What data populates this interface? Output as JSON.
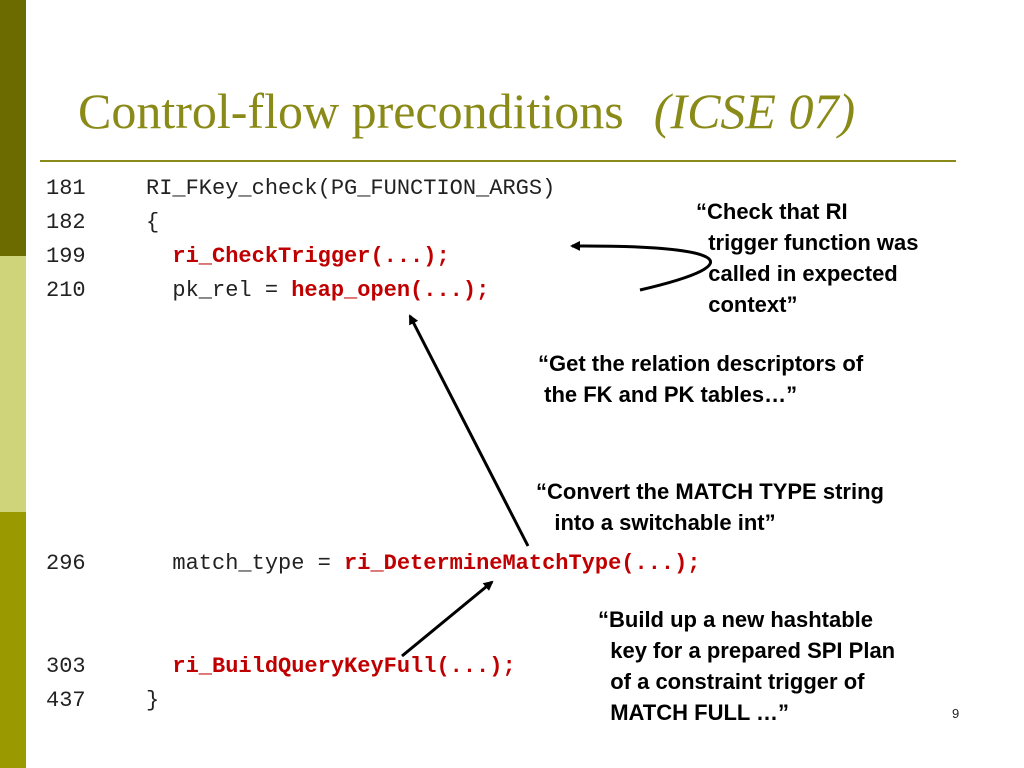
{
  "title": {
    "main": "Control-flow preconditions",
    "sub": "(ICSE 07)"
  },
  "code": [
    {
      "num": "181",
      "indent": "",
      "pre": "RI_FKey_check(PG_FUNCTION_ARGS)",
      "hl": "",
      "post": ""
    },
    {
      "num": "182",
      "indent": "",
      "pre": "{",
      "hl": "",
      "post": ""
    },
    {
      "num": "199",
      "indent": "  ",
      "pre": "",
      "hl": "ri_CheckTrigger(...);",
      "post": ""
    },
    {
      "num": "210",
      "indent": "  ",
      "pre": "pk_rel = ",
      "hl": "heap_open(...);",
      "post": ""
    },
    {
      "num": "296",
      "indent": "  ",
      "pre": "match_type = ",
      "hl": "ri_DetermineMatchType(...);",
      "post": ""
    },
    {
      "num": "303",
      "indent": "  ",
      "pre": "",
      "hl": "ri_BuildQueryKeyFull(...);",
      "post": ""
    },
    {
      "num": "437",
      "indent": "",
      "pre": "}",
      "hl": "",
      "post": ""
    }
  ],
  "notes": [
    {
      "lines": [
        "“Check that RI",
        "  trigger function was",
        "  called in expected",
        "  context”"
      ]
    },
    {
      "lines": [
        "“Get the relation descriptors of",
        " the FK and PK tables…”"
      ]
    },
    {
      "lines": [
        "“Convert the MATCH TYPE string",
        "   into a switchable int”"
      ]
    },
    {
      "lines": [
        "“Build up a new hashtable",
        "  key for a prepared SPI Plan",
        "  of a constraint trigger of",
        "  MATCH FULL …”"
      ]
    }
  ],
  "page_number": "9",
  "colors": {
    "title": "#8a8a18",
    "highlight": "#c00000",
    "sidebar_top": "#6b6b00",
    "sidebar_mid": "#cfd47a",
    "sidebar_bottom": "#9a9a00"
  }
}
